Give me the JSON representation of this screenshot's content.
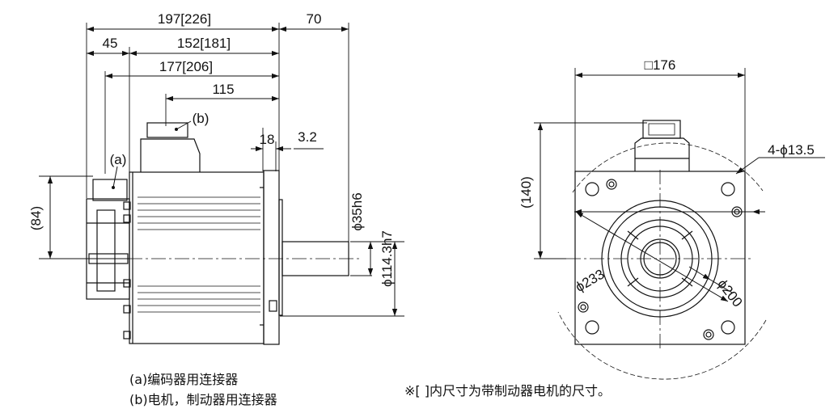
{
  "side_view": {
    "dims": {
      "overall": "197[226]",
      "shaft_len": "70",
      "enc_len": "45",
      "body_flange": "152[181]",
      "body_total": "177[206]",
      "conn_pos": "115",
      "flange_thk": "18",
      "shaft_step": "3.2",
      "shaft_dia": "ϕ35h6",
      "pilot_dia": "ϕ114.3h7",
      "enc_height": "(84)"
    },
    "labels": {
      "a": "(a)",
      "b": "(b)"
    }
  },
  "front_view": {
    "dims": {
      "square": "□176",
      "conn_height": "(140)",
      "holes": "4-ϕ13.5",
      "pcd": "ϕ233",
      "pilot": "ϕ200"
    }
  },
  "notes": {
    "a": "(a)编码器用连接器",
    "b": "(b)电机，制动器用连接器",
    "bracket": "※[ ]内尺寸为带制动器电机的尺寸。"
  }
}
